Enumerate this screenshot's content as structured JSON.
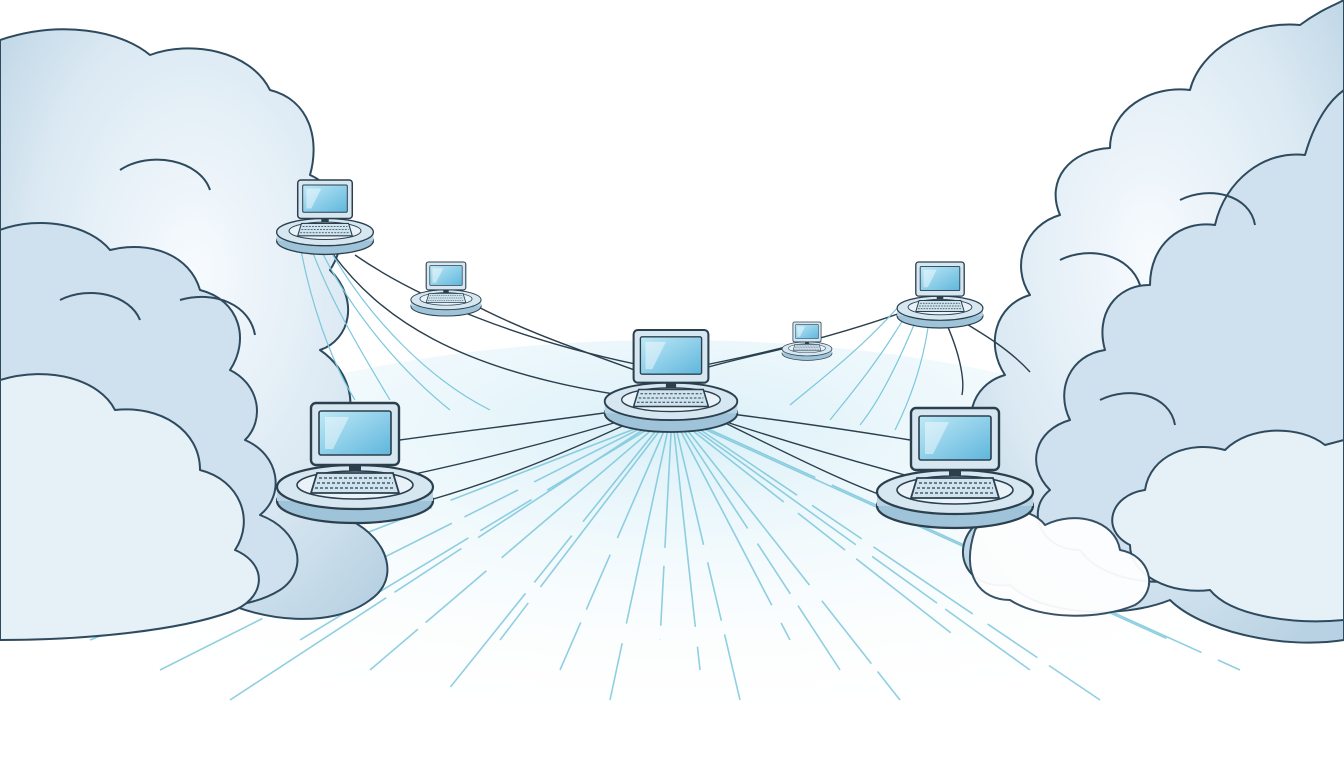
{
  "scene": {
    "kind": "illustration",
    "caption": "",
    "colors": {
      "background": "#ffffff",
      "cloud_fill": "#dbe9f3",
      "cloud_shadow": "#b9d2e3",
      "cloud_outline": "#2e4a5e",
      "screen": "#8fd3ee",
      "device_body": "#d6e7f1",
      "base": "#c9dfec",
      "wire_dark": "#2b3f4d",
      "ray": "#7cc7dc"
    },
    "elements": [
      {
        "name": "cloud-bank-left",
        "icon": "cloud"
      },
      {
        "name": "cloud-bank-right",
        "icon": "cloud"
      },
      {
        "name": "computer-hub-center",
        "icon": "desktop-computer"
      },
      {
        "name": "computer-front-left",
        "icon": "desktop-computer"
      },
      {
        "name": "computer-front-right",
        "icon": "desktop-computer"
      },
      {
        "name": "computer-back-left",
        "icon": "desktop-computer"
      },
      {
        "name": "computer-mid-left",
        "icon": "desktop-computer"
      },
      {
        "name": "computer-back-right",
        "icon": "desktop-computer"
      },
      {
        "name": "computer-mid-right",
        "icon": "desktop-computer"
      },
      {
        "name": "network-connection-lines",
        "icon": "network-links"
      },
      {
        "name": "light-ray-floor",
        "icon": "light-rays"
      }
    ]
  }
}
